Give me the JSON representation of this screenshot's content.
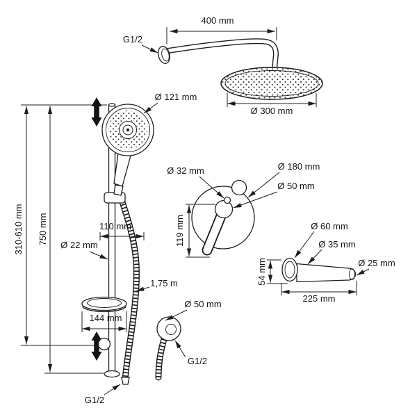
{
  "diagram": {
    "colors": {
      "line": "#1d1d1d",
      "background": "#ffffff"
    },
    "labels": {
      "arm_length": "400 mm",
      "arm_thread": "G1/2",
      "handshower_diameter": "Ø 121 mm",
      "rainhead_diameter": "Ø 300 mm",
      "mixer_knob_diameter": "Ø 32 mm",
      "mixer_plate_diameter": "Ø 180 mm",
      "mixer_hub_diameter": "Ø 50 mm",
      "mixer_height": "119 mm",
      "spout_flange_diameter": "Ø 60 mm",
      "spout_body_diameter": "Ø 35 mm",
      "spout_tip_diameter": "Ø 25 mm",
      "spout_height": "54 mm",
      "spout_length": "225 mm",
      "slider_range": "310-610 mm",
      "bar_length": "750 mm",
      "holder_offset": "110 mm",
      "bar_diameter": "Ø 22 mm",
      "hose_length": "1,75 m",
      "shelf_width": "144 mm",
      "outlet_diameter": "Ø 50 mm",
      "outlet_thread": "G1/2",
      "hose_thread": "G1/2"
    }
  }
}
